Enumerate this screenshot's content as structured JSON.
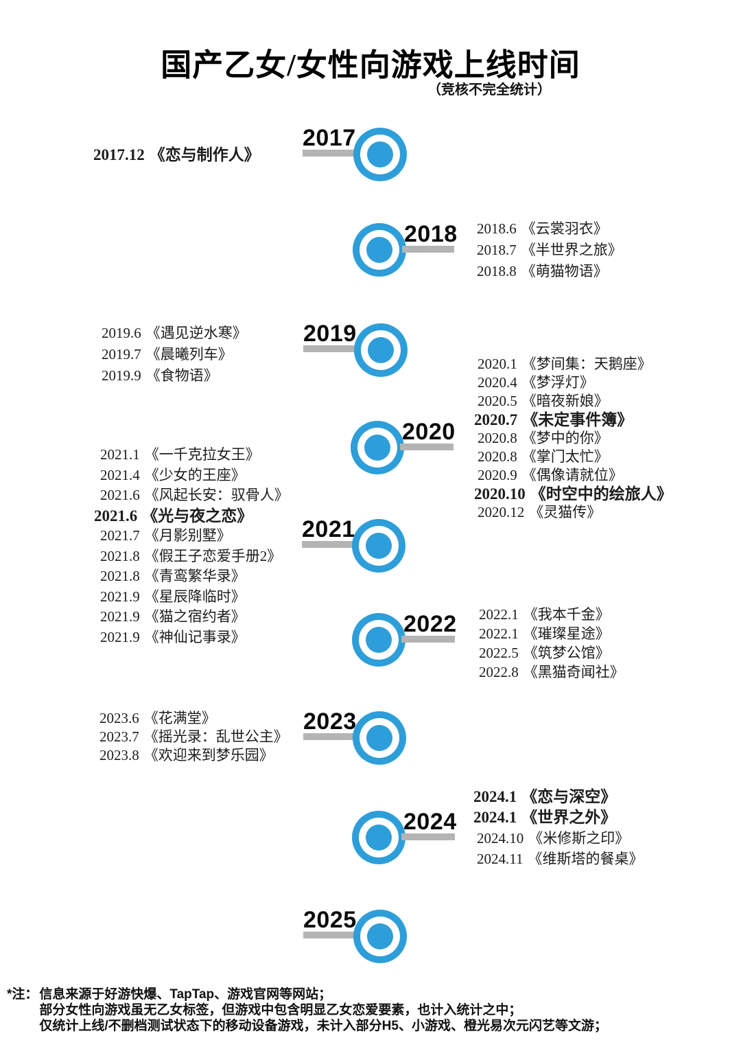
{
  "title": "国产乙女/女性向游戏上线时间",
  "subtitle": "（竞核不完全统计）",
  "colors": {
    "timeline_blue": "#2D9ED9",
    "bar_gray": "#B4B4B4"
  },
  "timeline": [
    {
      "year": "2017",
      "side": "left",
      "games": [
        {
          "date": "2017.12",
          "name": "《恋与制作人》"
        }
      ]
    },
    {
      "year": "2018",
      "side": "right",
      "games": [
        {
          "date": "2018.6",
          "name": "《云裳羽衣》"
        },
        {
          "date": "2018.7",
          "name": "《半世界之旅》"
        },
        {
          "date": "2018.8",
          "name": "《萌猫物语》"
        }
      ]
    },
    {
      "year": "2019",
      "side": "left",
      "games": [
        {
          "date": "2019.6",
          "name": "《遇见逆水寒》"
        },
        {
          "date": "2019.7",
          "name": "《晨曦列车》"
        },
        {
          "date": "2019.9",
          "name": "《食物语》"
        }
      ]
    },
    {
      "year": "2020",
      "side": "right",
      "games": [
        {
          "date": "2020.1",
          "name": "《梦间集：天鹅座》"
        },
        {
          "date": "2020.4",
          "name": "《梦浮灯》"
        },
        {
          "date": "2020.5",
          "name": "《暗夜新娘》"
        },
        {
          "date": "2020.7",
          "name": "《未定事件簿》"
        },
        {
          "date": "2020.8",
          "name": "《梦中的你》"
        },
        {
          "date": "2020.8",
          "name": "《掌门太忙》"
        },
        {
          "date": "2020.9",
          "name": "《偶像请就位》"
        },
        {
          "date": "2020.10",
          "name": "《时空中的绘旅人》"
        },
        {
          "date": "2020.12",
          "name": "《灵猫传》"
        }
      ]
    },
    {
      "year": "2021",
      "side": "left",
      "games": [
        {
          "date": "2021.1",
          "name": "《一千克拉女王》"
        },
        {
          "date": "2021.4",
          "name": "《少女的王座》"
        },
        {
          "date": "2021.6",
          "name": "《风起长安：驭骨人》"
        },
        {
          "date": "2021.6",
          "name": "《光与夜之恋》"
        },
        {
          "date": "2021.7",
          "name": "《月影别墅》"
        },
        {
          "date": "2021.8",
          "name": "《假王子恋爱手册2》"
        },
        {
          "date": "2021.8",
          "name": "《青鸾繁华录》"
        },
        {
          "date": "2021.9",
          "name": "《星辰降临时》"
        },
        {
          "date": "2021.9",
          "name": "《猫之宿约者》"
        },
        {
          "date": "2021.9",
          "name": "《神仙记事录》"
        }
      ]
    },
    {
      "year": "2022",
      "side": "right",
      "games": [
        {
          "date": "2022.1",
          "name": "《我本千金》"
        },
        {
          "date": "2022.1",
          "name": "《璀璨星途》"
        },
        {
          "date": "2022.5",
          "name": "《筑梦公馆》"
        },
        {
          "date": "2022.8",
          "name": "《黑猫奇闻社》"
        }
      ]
    },
    {
      "year": "2023",
      "side": "left",
      "games": [
        {
          "date": "2023.6",
          "name": "《花满堂》"
        },
        {
          "date": "2023.7",
          "name": "《摇光录：乱世公主》"
        },
        {
          "date": "2023.8",
          "name": "《欢迎来到梦乐园》"
        }
      ]
    },
    {
      "year": "2024",
      "side": "right",
      "games": [
        {
          "date": "2024.1",
          "name": "《恋与深空》"
        },
        {
          "date": "2024.1",
          "name": "《世界之外》"
        },
        {
          "date": "2024.10",
          "name": "《米修斯之印》"
        },
        {
          "date": "2024.11",
          "name": "《维斯塔的餐桌》"
        }
      ]
    },
    {
      "year": "2025",
      "side": "left",
      "games": []
    }
  ],
  "footnotes": {
    "prefix": "*注：",
    "lines": [
      "信息来源于好游快爆、TapTap、游戏官网等网站；",
      "部分女性向游戏虽无乙女标签，但游戏中包含明显乙女恋爱要素，也计入统计之中；",
      "仅统计上线/不删档测试状态下的移动设备游戏，未计入部分H5、小游戏、橙光易次元闪艺等文游；"
    ]
  }
}
